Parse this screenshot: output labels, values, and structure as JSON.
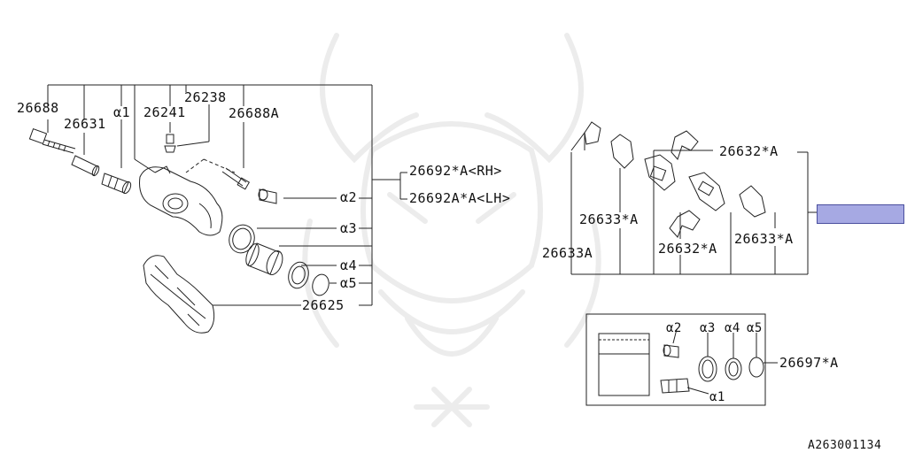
{
  "watermark": "samurai-helmet-watermark",
  "caliper": {
    "parts": {
      "bolt": "26688",
      "bolt_cap": "26631",
      "a1": "α1",
      "bleeder": "26241",
      "pin": "26238",
      "pin_alt": "26688A",
      "assy_rh": "26692*A<RH>",
      "assy_lh": "26692A*A<LH>",
      "a2": "α2",
      "a3": "α3",
      "a4": "α4",
      "a5": "α5",
      "bracket": "26625"
    }
  },
  "pads": {
    "parts": {
      "clip_top": "26632*A",
      "pad_left": "26633*A",
      "pad_set": "26633A",
      "clip_bottom": "26632*A",
      "pad_right": "26633*A"
    },
    "highlight_color": "#a6a9e3"
  },
  "kit": {
    "a2": "α2",
    "a3": "α3",
    "a4": "α4",
    "a5": "α5",
    "a1": "α1",
    "kit_part": "26697*A"
  },
  "figure_id": "A263001134"
}
